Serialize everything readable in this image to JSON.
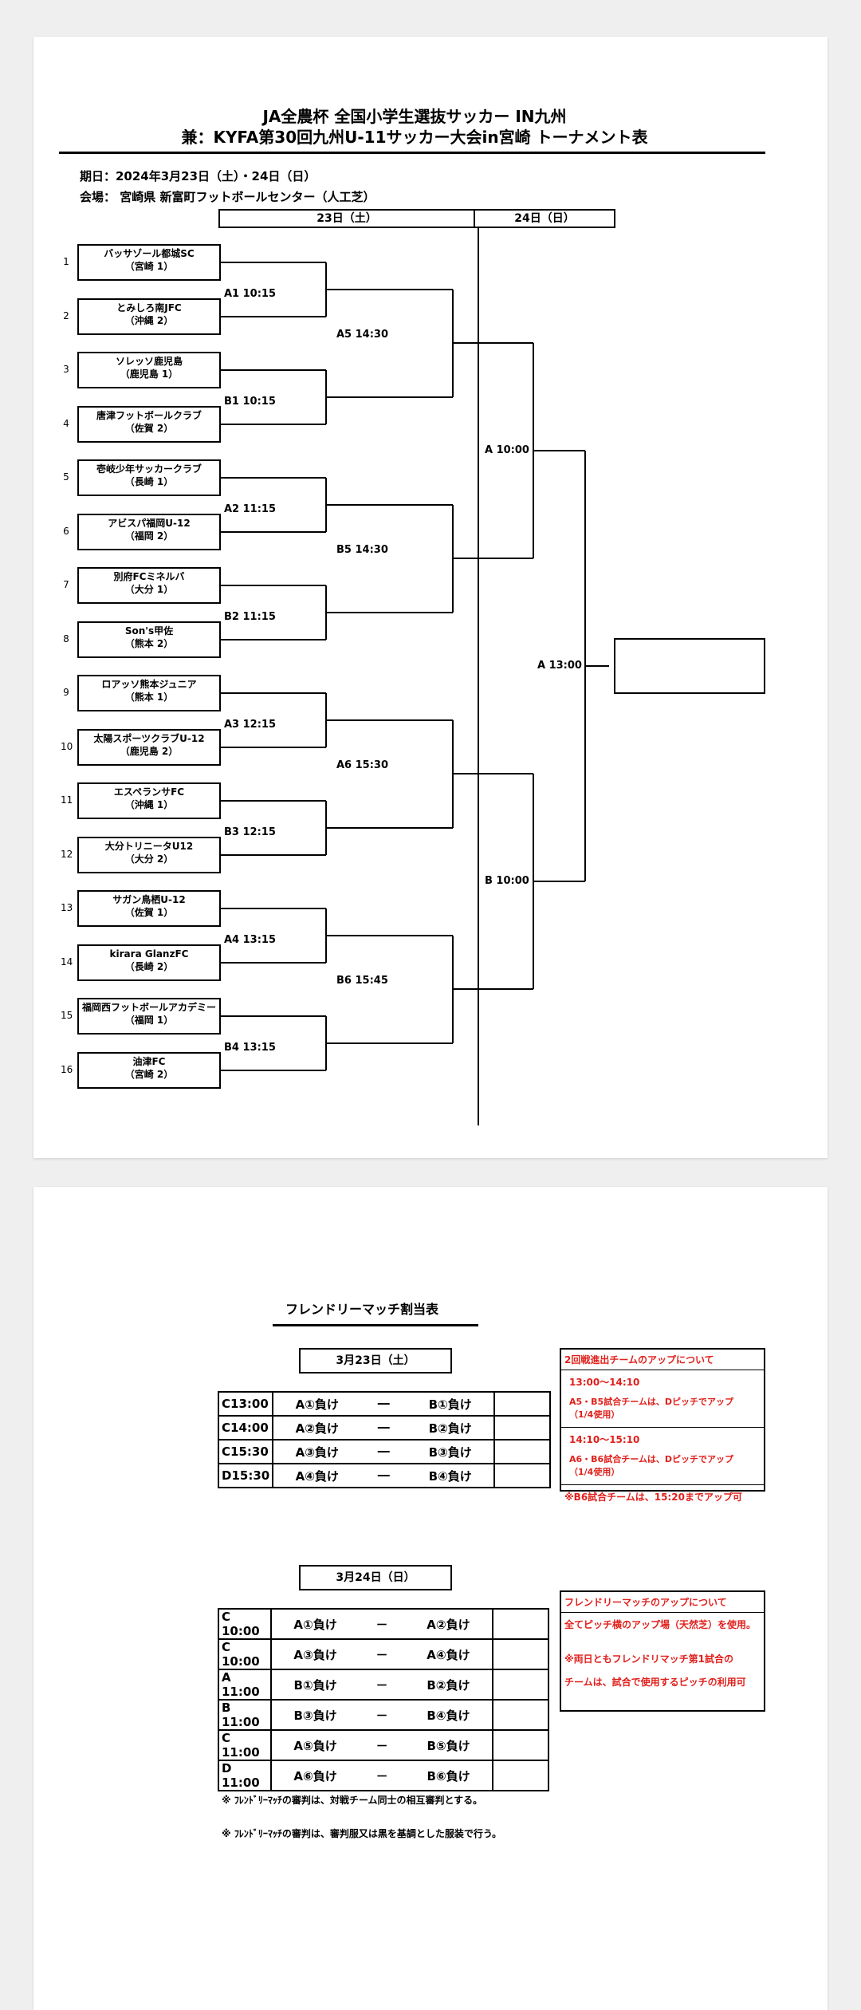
{
  "title_line1": "JA全農杯 全国小学生選抜サッカー IN九州",
  "title_line2": "兼：KYFA第30回九州U-11サッカー大会in宮崎 トーナメント表",
  "date_line": "期日：2024年3月23日（土）・24日（日）",
  "venue_line": "会場：  宮崎県  新富町フットボールセンター（人工芝）",
  "day1_header": "23日（土）",
  "day2_header": "24日（日）",
  "teams": [
    {
      "num": "1",
      "name": "バッサゾール都城SC",
      "pref": "（宮崎  1）"
    },
    {
      "num": "2",
      "name": "とみしろ南JFC",
      "pref": "（沖縄  2）"
    },
    {
      "num": "3",
      "name": "ソレッソ鹿児島",
      "pref": "（鹿児島  1）"
    },
    {
      "num": "4",
      "name": "唐津フットボールクラブ",
      "pref": "（佐賀  2）"
    },
    {
      "num": "5",
      "name": "壱岐少年サッカークラブ",
      "pref": "（長崎  1）"
    },
    {
      "num": "6",
      "name": "アビスパ福岡U-12",
      "pref": "（福岡  2）"
    },
    {
      "num": "7",
      "name": "別府FCミネルバ",
      "pref": "（大分  1）"
    },
    {
      "num": "8",
      "name": "Son's甲佐",
      "pref": "（熊本  2）"
    },
    {
      "num": "9",
      "name": "ロアッソ熊本ジュニア",
      "pref": "（熊本  1）"
    },
    {
      "num": "10",
      "name": "太陽スポーツクラブU-12",
      "pref": "（鹿児島  2）"
    },
    {
      "num": "11",
      "name": "エスペランサFC",
      "pref": "（沖縄  1）"
    },
    {
      "num": "12",
      "name": "大分トリニータU12",
      "pref": "（大分  2）"
    },
    {
      "num": "13",
      "name": "サガン鳥栖U-12",
      "pref": "（佐賀  1）"
    },
    {
      "num": "14",
      "name": "kirara GlanzFC",
      "pref": "（長崎  2）"
    },
    {
      "num": "15",
      "name": "福岡西フットボールアカデミー",
      "pref": "（福岡  1）"
    },
    {
      "num": "16",
      "name": "油津FC",
      "pref": "（宮崎  2）"
    }
  ],
  "r1": [
    "A1 10:15",
    "B1 10:15",
    "A2 11:15",
    "B2 11:15",
    "A3 12:15",
    "B3 12:15",
    "A4 13:15",
    "B4 13:15"
  ],
  "r2": [
    "A5 14:30",
    "B5 14:30",
    "A6 15:30",
    "B6 15:45"
  ],
  "r3": [
    "A 10:00",
    "B 10:00"
  ],
  "final": "A 13:00",
  "friendly_title": "フレンドリーマッチ割当表",
  "fm_day1_header": "3月23日（土）",
  "fm_day1": [
    {
      "code": "C13:00",
      "a": "A①負け",
      "dash": "―",
      "b": "B①負け"
    },
    {
      "code": "C14:00",
      "a": "A②負け",
      "dash": "―",
      "b": "B②負け"
    },
    {
      "code": "C15:30",
      "a": "A③負け",
      "dash": "―",
      "b": "B③負け"
    },
    {
      "code": "D15:30",
      "a": "A④負け",
      "dash": "―",
      "b": "B④負け"
    }
  ],
  "fm_day2_header": "3月24日（日）",
  "fm_day2": [
    {
      "code": "C 10:00",
      "a": "A①負け",
      "dash": "－",
      "b": "A②負け"
    },
    {
      "code": "C 10:00",
      "a": "A③負け",
      "dash": "－",
      "b": "A④負け"
    },
    {
      "code": "A 11:00",
      "a": "B①負け",
      "dash": "－",
      "b": "B②負け"
    },
    {
      "code": "B 11:00",
      "a": "B③負け",
      "dash": "－",
      "b": "B④負け"
    },
    {
      "code": "C 11:00",
      "a": "A⑤負け",
      "dash": "－",
      "b": "B⑤負け"
    },
    {
      "code": "D 11:00",
      "a": "A⑥負け",
      "dash": "－",
      "b": "B⑥負け"
    }
  ],
  "note1": {
    "title": "2回戦進出チームのアップについて",
    "l1": "13:00～14:10",
    "l2": "A5・B5試合チームは、Dピッチでアップ（1/4使用）",
    "l3": "14:10～15:10",
    "l4": "A6・B6試合チームは、Dピッチでアップ（1/4使用）",
    "l5": "※B6試合チームは、15:20までアップ可"
  },
  "note2": {
    "title": "フレンドリーマッチのアップについて",
    "l1": "全てピッチ横のアップ場（天然芝）を使用。",
    "l2": "※両日ともフレンドリマッチ第1試合の",
    "l3": "チームは、試合で使用するピッチの利用可"
  },
  "footnote1": "※  ﾌﾚﾝﾄﾞﾘｰﾏｯﾁの審判は、対戦チーム同士の相互審判とする。",
  "footnote2": "※  ﾌﾚﾝﾄﾞﾘｰﾏｯﾁの審判は、審判服又は黒を基調とした服装で行う。"
}
